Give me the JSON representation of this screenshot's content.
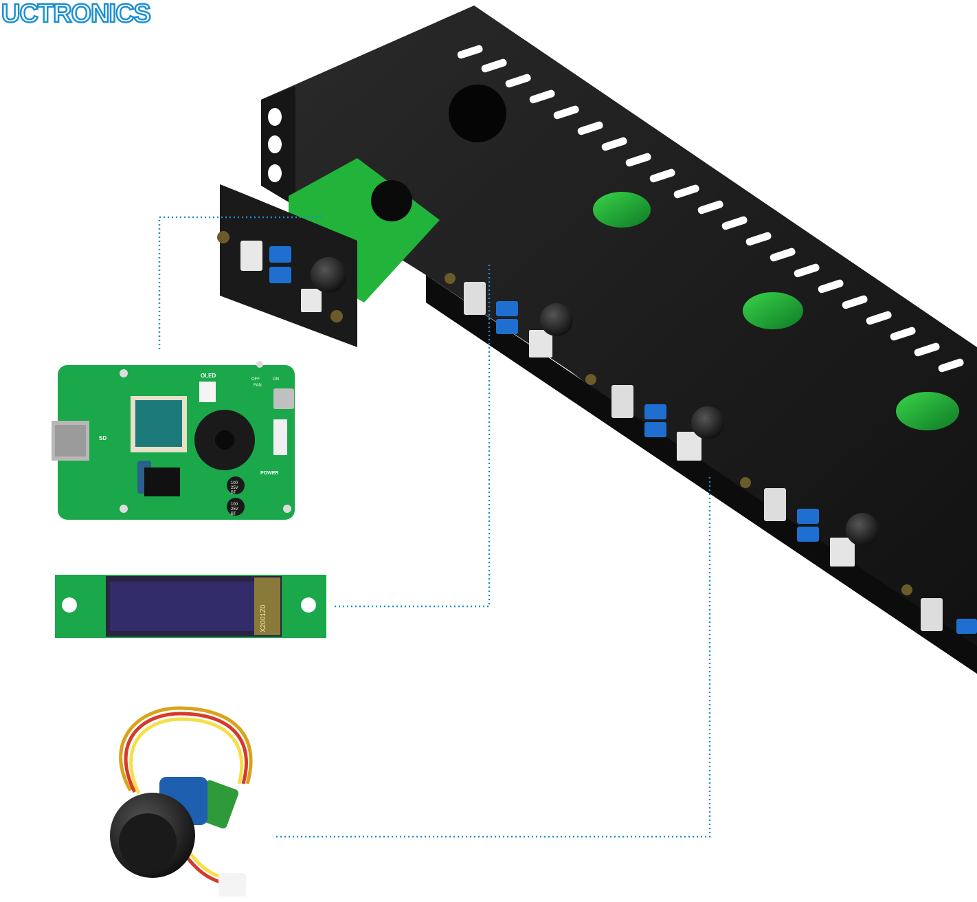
{
  "brand": {
    "logo_text": "UCTRONICS",
    "color": "#1a8fd6"
  },
  "pcb": {
    "labels": {
      "oled": "OLED",
      "off": "OFF",
      "on": "ON",
      "fan": "FAN",
      "sd": "SD",
      "power": "POWER"
    },
    "capacitor_1": [
      "100",
      "25V",
      "BT"
    ],
    "capacitor_2": [
      "100",
      "25V",
      "BT"
    ],
    "pcb_color": "#1aa84a"
  },
  "oled_module": {
    "flex_text": "X2001Z0"
  },
  "colors": {
    "chassis": "#1c1c1c",
    "pcb_green": "#1aa84a",
    "usb_blue": "#1f6fd1",
    "leader_line": "#1a8fd6"
  }
}
